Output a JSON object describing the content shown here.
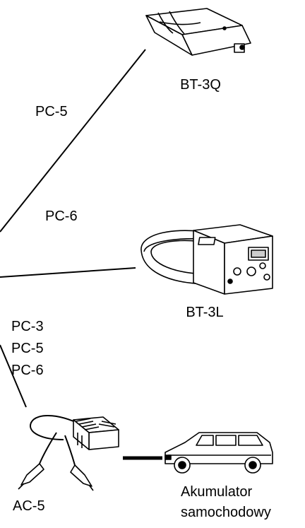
{
  "labels": {
    "bt3q": "BT-3Q",
    "bt3l": "BT-3L",
    "ac5": "AC-5",
    "battery_line1": "Akumulator",
    "battery_line2": "samochodowy"
  },
  "cables": {
    "upper": "PC-5",
    "middle": "PC-6",
    "lower": [
      "PC-3",
      "PC-5",
      "PC-6"
    ]
  },
  "icons": {
    "bt3q": "bt-3q-transmitter-device",
    "bt3l": "bt-3l-transmitter-device",
    "ac5": "ac-5-adapter-with-clips",
    "car": "station-wagon-car"
  }
}
